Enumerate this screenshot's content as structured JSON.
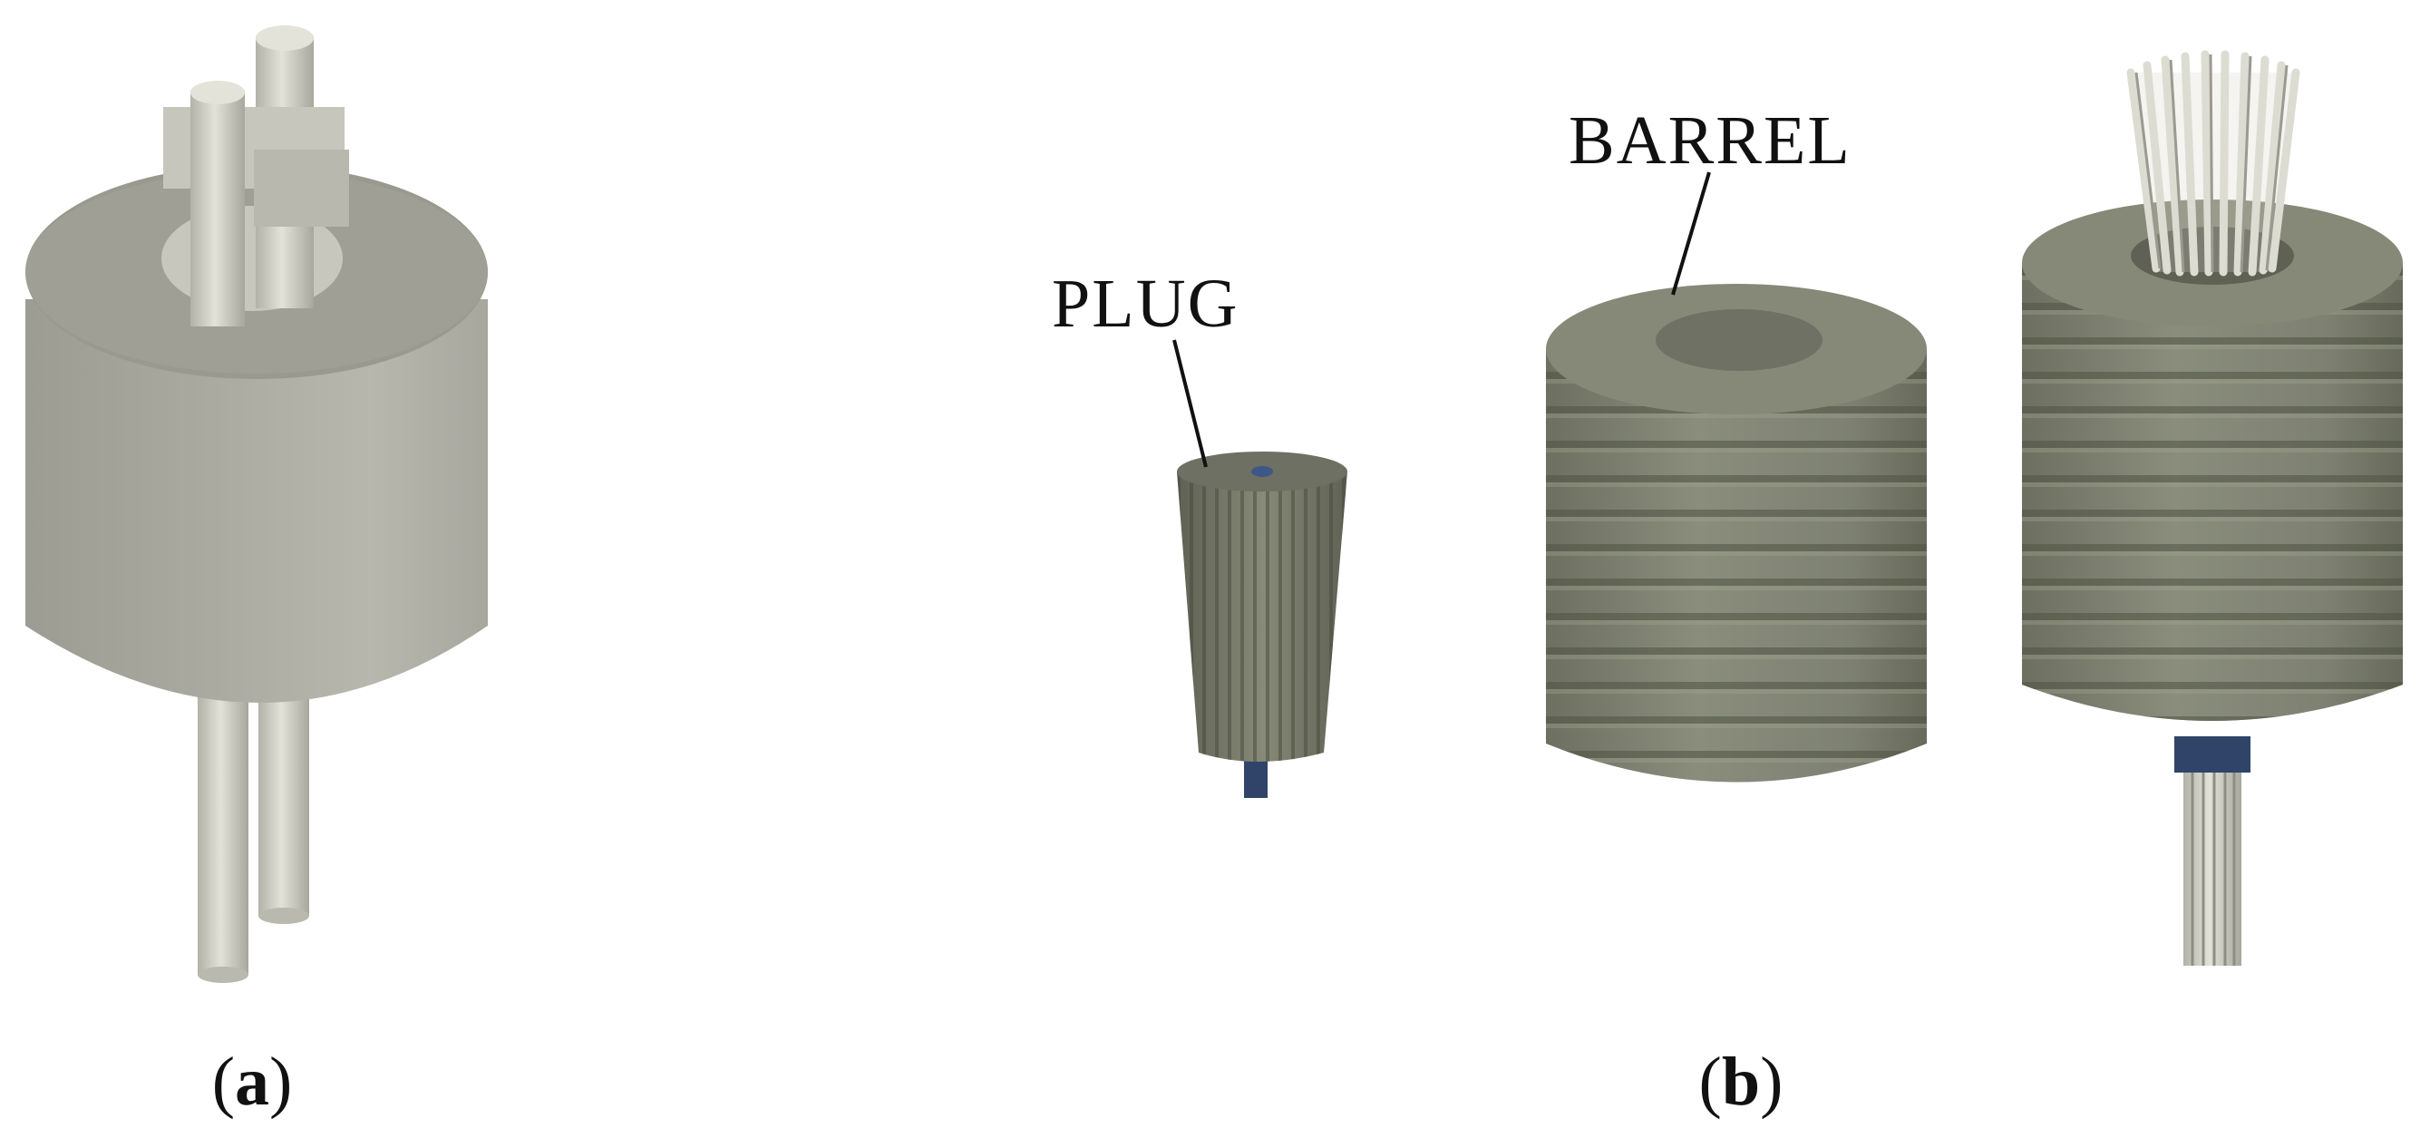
{
  "panels": [
    {
      "id": "a",
      "caption_open": "(",
      "caption_letter": "a",
      "caption_close": ")"
    },
    {
      "id": "b",
      "caption_open": "(",
      "caption_letter": "b",
      "caption_close": ")",
      "callouts": {
        "plug": "PLUG",
        "barrel": "BARREL"
      }
    }
  ],
  "colors": {
    "model_light": "#c9c9c0",
    "model_mid": "#a9a9a0",
    "model_dark": "#8a8a82",
    "print_grey": "#7f8270",
    "print_dark": "#5a5d4e",
    "steel_blue": "#2f4468",
    "rod_light": "#d6d6cc",
    "rod_shadow": "#a6a69d"
  }
}
